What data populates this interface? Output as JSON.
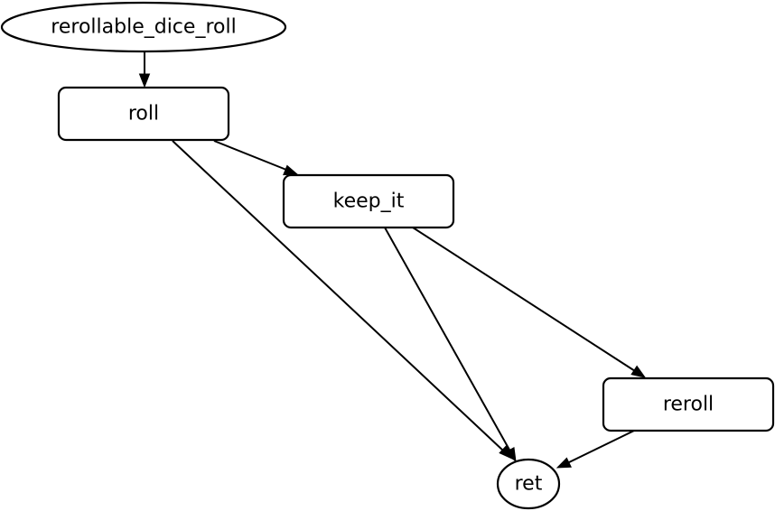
{
  "nodes": {
    "start": {
      "label": "rerollable_dice_roll",
      "shape": "ellipse"
    },
    "roll": {
      "label": "roll",
      "shape": "rounded-rect"
    },
    "keep_it": {
      "label": "keep_it",
      "shape": "rounded-rect"
    },
    "reroll": {
      "label": "reroll",
      "shape": "rounded-rect"
    },
    "ret": {
      "label": "ret",
      "shape": "ellipse"
    }
  },
  "edges": [
    {
      "from": "start",
      "to": "roll"
    },
    {
      "from": "roll",
      "to": "keep_it"
    },
    {
      "from": "roll",
      "to": "ret"
    },
    {
      "from": "keep_it",
      "to": "ret"
    },
    {
      "from": "keep_it",
      "to": "reroll"
    },
    {
      "from": "reroll",
      "to": "ret"
    }
  ],
  "colors": {
    "stroke": "#000000",
    "fill": "#ffffff",
    "text": "#000000"
  }
}
